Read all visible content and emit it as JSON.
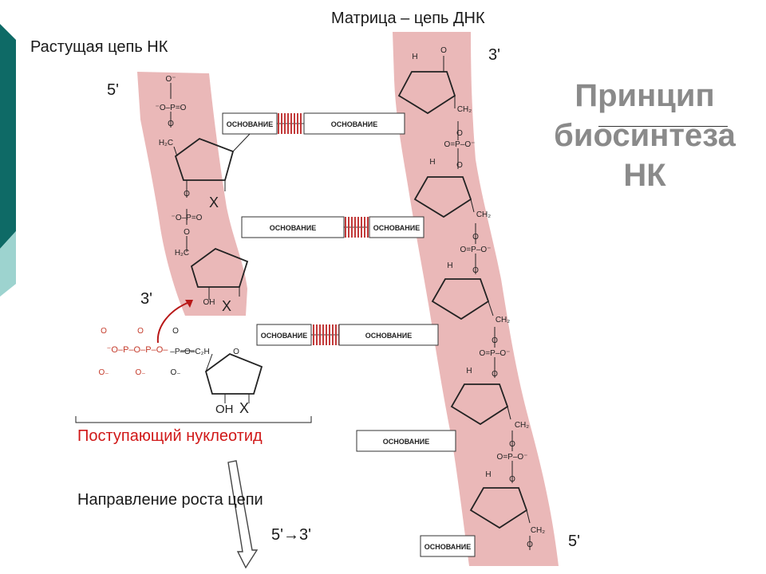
{
  "slide": {
    "title_lines": [
      "Принцип",
      "биосинтеза",
      "НК"
    ],
    "labels": {
      "growing_chain": "Растущая цепь НК",
      "template_chain": "Матрица – цепь ДНК",
      "incoming_nucleotide": "Поступающий нуклеотид",
      "growth_direction": "Направление роста цепи",
      "direction_value": "5'→3'",
      "left_5prime": "5'",
      "left_3prime": "3'",
      "right_3prime": "3'",
      "right_5prime": "5'"
    },
    "base_label": "ОСНОВАНИЕ",
    "colors": {
      "strand_fill": "#eab8b8",
      "accent_teal": "#0e6a66",
      "accent_light": "#9dd3cf",
      "incoming_red": "#c43a2a",
      "title_gray": "#8a8a8a"
    }
  }
}
